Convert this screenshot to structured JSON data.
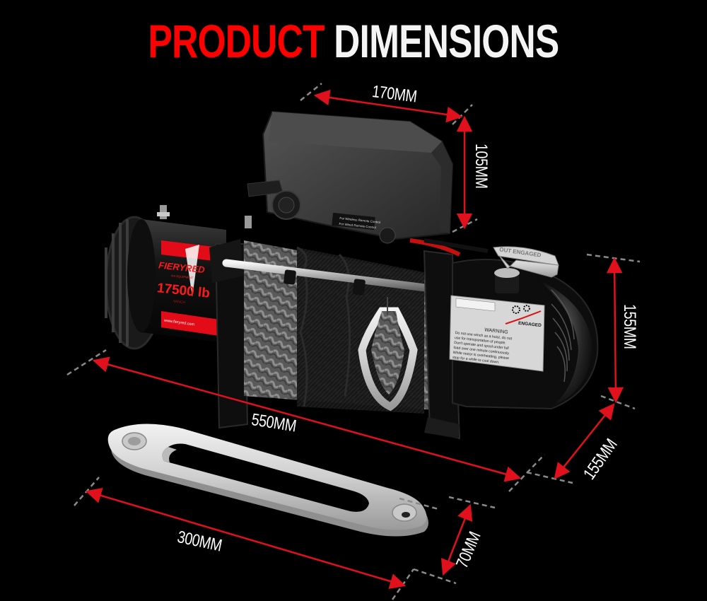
{
  "header": {
    "title_part1": "PRODUCT",
    "title_part2": "DIMENSIONS"
  },
  "colors": {
    "background": "#000000",
    "accent_red": "#ff0000",
    "dimension_arrow": "#e0101c",
    "dashed_guide": "#8a8a8a",
    "label_text": "#ffffff"
  },
  "product": {
    "name": "Electric winch with synthetic rope and hawse fairlead",
    "brand_label": "FIERYRED",
    "brand_sublabel": "4x4 EQUIPMENT",
    "capacity_label": "17500 lb",
    "type_label": "WINCH",
    "website": "www.fieryred.com",
    "clutch_handle_text": "OUT ENGAGED",
    "engaged_label": "ENGAGED",
    "control_box_label_1": "For Wireless Remote Control",
    "control_box_label_2": "For Wired Remote Control",
    "warning": {
      "heading": "WARNING",
      "lines": [
        "Do not use winch as a hoist, do not",
        "use for transportation of people.",
        "Don't operate and spool under full",
        "load over one minute continuously.",
        "While motor is overheating, please",
        "stop for a while to cool down."
      ]
    }
  },
  "dimensions": {
    "control_box_width": "170MM",
    "control_box_height": "105MM",
    "winch_height": "155MM",
    "winch_depth": "155MM",
    "winch_length": "550MM",
    "fairlead_length": "300MM",
    "fairlead_width": "70MM"
  }
}
